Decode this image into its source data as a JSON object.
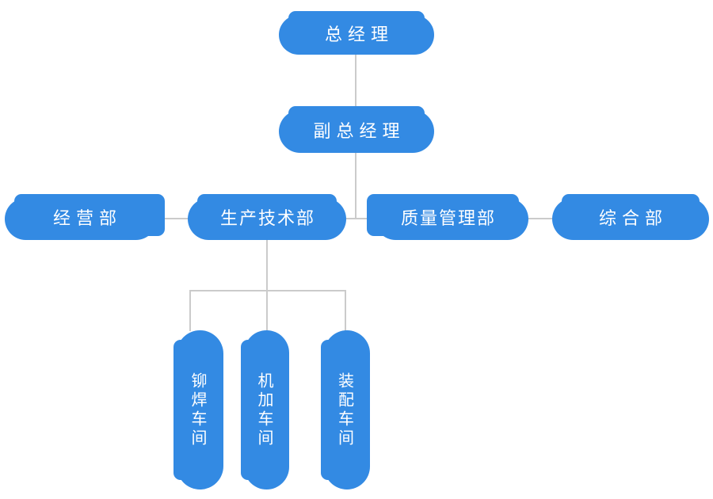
{
  "diagram": {
    "type": "org-chart",
    "colors": {
      "node_fill": "#338AE3",
      "text_color": "#ffffff",
      "line_color": "#cbcbcb",
      "bg": "#ffffff"
    },
    "nodes": [
      {
        "id": "general-manager",
        "label": "总经理",
        "level": 1,
        "orientation": "horizontal"
      },
      {
        "id": "deputy-general-manager",
        "label": "副总经理",
        "level": 2,
        "orientation": "horizontal"
      },
      {
        "id": "business-dept",
        "label": "经营部",
        "level": 3,
        "orientation": "horizontal"
      },
      {
        "id": "production-tech-dept",
        "label": "生产技术部",
        "level": 3,
        "orientation": "horizontal"
      },
      {
        "id": "quality-management-dept",
        "label": "质量管理部",
        "level": 3,
        "orientation": "horizontal"
      },
      {
        "id": "general-affairs-dept",
        "label": "综合部",
        "level": 3,
        "orientation": "horizontal"
      },
      {
        "id": "riveting-welding-workshop",
        "label": "铆焊车间",
        "level": 4,
        "orientation": "vertical"
      },
      {
        "id": "machining-workshop",
        "label": "机加车间",
        "level": 4,
        "orientation": "vertical"
      },
      {
        "id": "assembly-workshop",
        "label": "装配车间",
        "level": 4,
        "orientation": "vertical"
      }
    ],
    "edges": [
      {
        "from": "总经理",
        "to": "副总经理"
      },
      {
        "from": "副总经理",
        "to": "经营部"
      },
      {
        "from": "副总经理",
        "to": "生产技术部"
      },
      {
        "from": "副总经理",
        "to": "质量管理部"
      },
      {
        "from": "副总经理",
        "to": "综合部"
      },
      {
        "from": "生产技术部",
        "to": "铆焊车间"
      },
      {
        "from": "生产技术部",
        "to": "机加车间"
      },
      {
        "from": "生产技术部",
        "to": "装配车间"
      }
    ]
  }
}
